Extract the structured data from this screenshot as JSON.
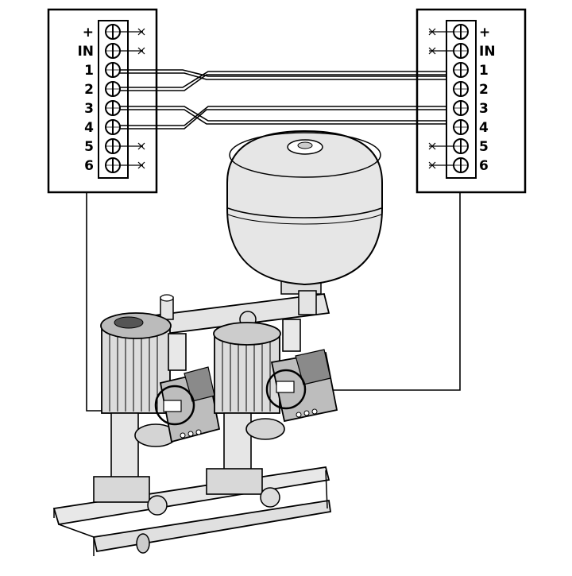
{
  "left_panel": {
    "terminal_labels": [
      "+",
      "IN",
      "1",
      "2",
      "3",
      "4",
      "5",
      "6"
    ]
  },
  "right_panel": {
    "terminal_labels": [
      "+",
      "IN",
      "1",
      "2",
      "3",
      "4",
      "5",
      "6"
    ]
  },
  "colors": {
    "line": "#000000",
    "panel_fill": "#ffffff",
    "tank_fill": "#e6e6e6",
    "motor_fill": "#dcdcdc",
    "controller_fill": "#bdbdbd"
  }
}
